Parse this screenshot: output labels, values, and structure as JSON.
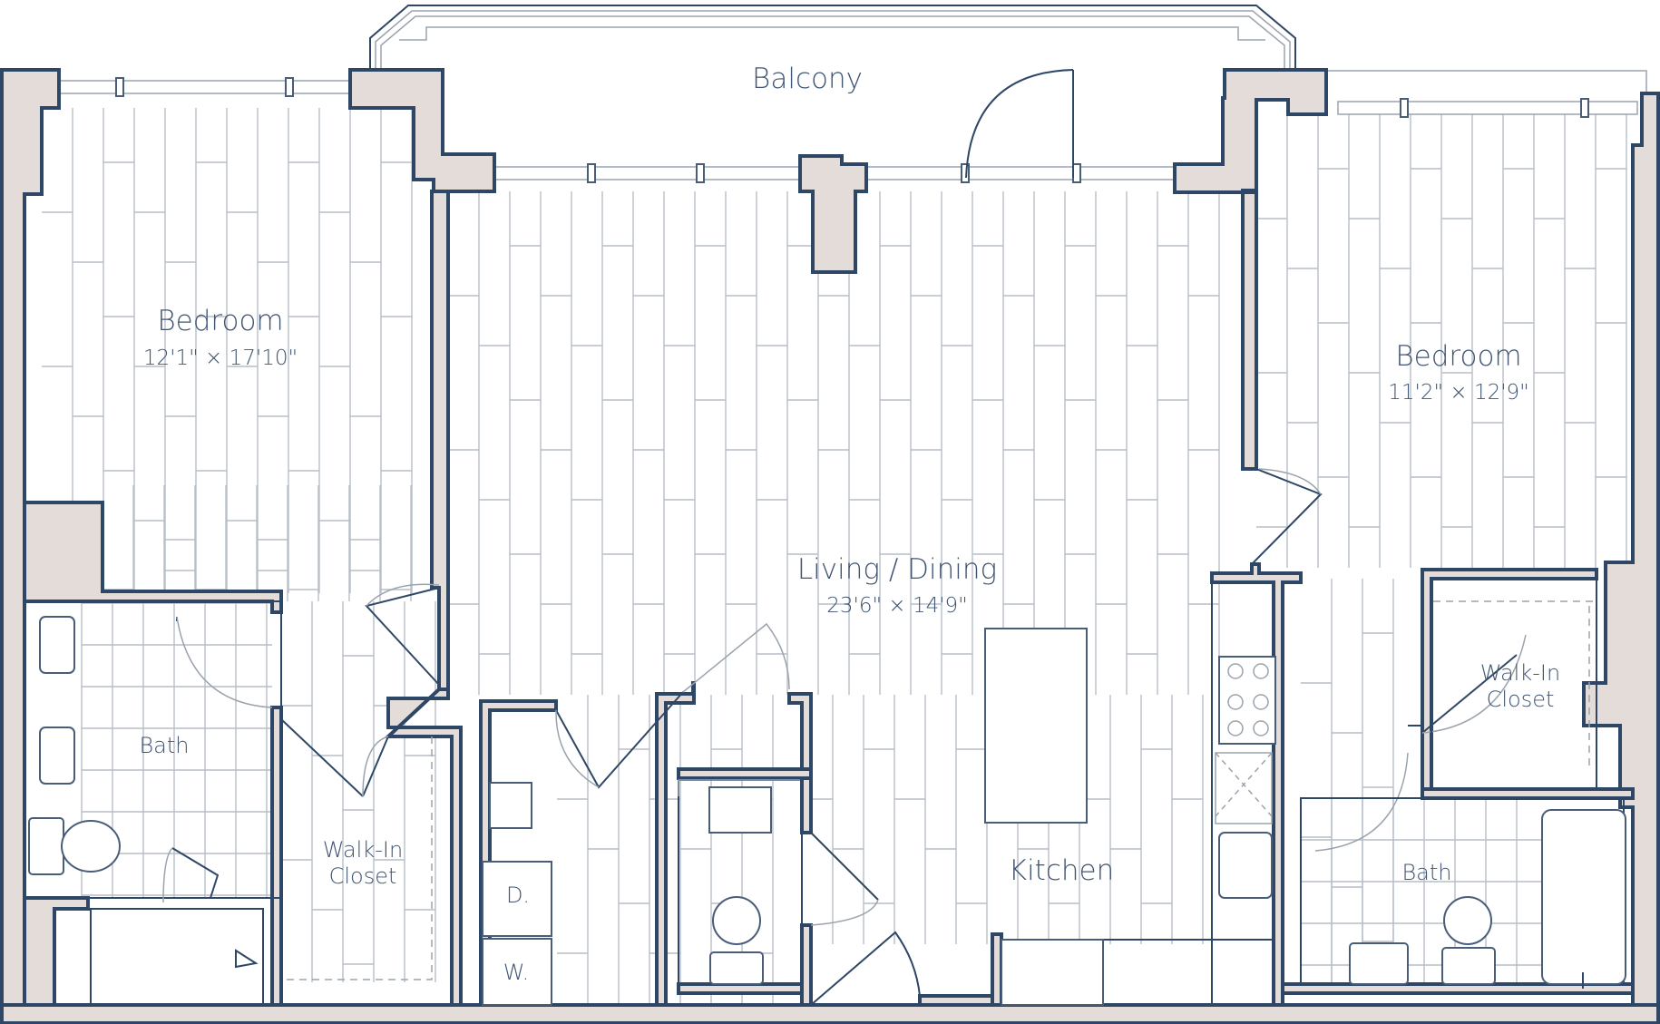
{
  "rooms": {
    "balcony": {
      "name": "Balcony"
    },
    "bedroom_left": {
      "name": "Bedroom",
      "dims": "12'1\" × 17'10\""
    },
    "bedroom_right": {
      "name": "Bedroom",
      "dims": "11'2\" × 12'9\""
    },
    "living": {
      "name": "Living / Dining",
      "dims": "23'6\" × 14'9\""
    },
    "kitchen": {
      "name": "Kitchen"
    },
    "bath_left": {
      "name": "Bath"
    },
    "bath_right": {
      "name": "Bath"
    },
    "closet_left": {
      "line1": "Walk-In",
      "line2": "Closet"
    },
    "closet_right": {
      "line1": "Walk-In",
      "line2": "Closet"
    },
    "dryer": {
      "name": "D."
    },
    "washer": {
      "name": "W."
    }
  },
  "colors": {
    "wall_fill": "#e3dcd8",
    "wall_stroke": "#2f4766",
    "text": "#3f5573",
    "plank_line": "#b7bec7"
  }
}
